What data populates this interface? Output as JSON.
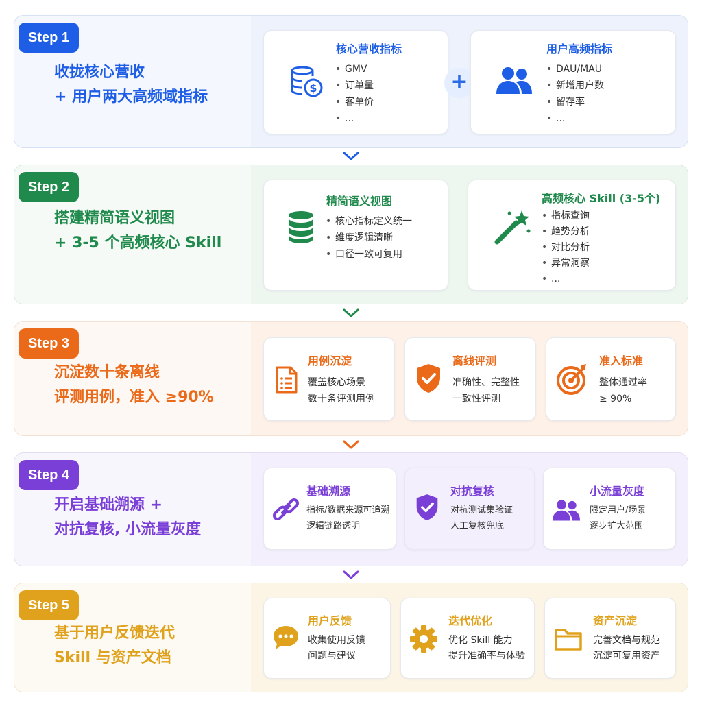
{
  "steps": [
    {
      "badge": "Step 1",
      "headline": [
        "收拢核心营收",
        "+ 用户两大高频域指标"
      ],
      "cards": [
        {
          "title": "核心营收指标",
          "items": [
            "GMV",
            "订单量",
            "客单价",
            "..."
          ]
        },
        {
          "title": "用户高频指标",
          "items": [
            "DAU/MAU",
            "新增用户数",
            "留存率",
            "..."
          ]
        }
      ],
      "plus": "+",
      "colors": {
        "accent": "#1e5ee6",
        "bg": "#f4f7fd",
        "panel": "#edf2fc",
        "border": "#d7e1f5"
      }
    },
    {
      "badge": "Step 2",
      "headline": [
        "搭建精简语义视图",
        "+ 3-5 个高频核心 Skill"
      ],
      "cards": [
        {
          "title": "精简语义视图",
          "items": [
            "核心指标定义统一",
            "维度逻辑清晰",
            "口径一致可复用"
          ]
        },
        {
          "title": "高频核心 Skill (3-5个)",
          "items": [
            "指标查询",
            "趋势分析",
            "对比分析",
            "异常洞察",
            "..."
          ]
        }
      ],
      "colors": {
        "accent": "#1f8a4c",
        "bg": "#f5faf6",
        "panel": "#edf7ef",
        "border": "#d6eadc"
      }
    },
    {
      "badge": "Step 3",
      "headline": [
        "沉淀数十条离线",
        "评测用例，准入 ≥90%"
      ],
      "cards": [
        {
          "title": "用例沉淀",
          "lines": [
            "覆盖核心场景",
            "数十条评测用例"
          ]
        },
        {
          "title": "离线评测",
          "lines": [
            "准确性、完整性",
            "一致性评测"
          ]
        },
        {
          "title": "准入标准",
          "lines": [
            "整体通过率",
            "≥ 90%"
          ]
        }
      ],
      "colors": {
        "accent": "#ea6a1a",
        "bg": "#fdf8f4",
        "panel": "#fdf1e8",
        "border": "#f3e1d3"
      }
    },
    {
      "badge": "Step 4",
      "headline": [
        "开启基础溯源 +",
        "对抗复核, 小流量灰度"
      ],
      "cards": [
        {
          "title": "基础溯源",
          "lines": [
            "指标/数据来源可追溯",
            "逻辑链路透明"
          ]
        },
        {
          "title": "对抗复核",
          "lines": [
            "对抗测试集验证",
            "人工复核兜底"
          ]
        },
        {
          "title": "小流量灰度",
          "lines": [
            "限定用户/场景",
            "逐步扩大范围"
          ]
        }
      ],
      "colors": {
        "accent": "#7a3fd6",
        "bg": "#f8f6fd",
        "panel": "#f3effc",
        "border": "#e3dcf3"
      }
    },
    {
      "badge": "Step 5",
      "headline": [
        "基于用户反馈迭代",
        "Skill 与资产文档"
      ],
      "cards": [
        {
          "title": "用户反馈",
          "lines": [
            "收集使用反馈",
            "问题与建议"
          ]
        },
        {
          "title": "迭代优化",
          "lines": [
            "优化 Skill 能力",
            "提升准确率与体验"
          ]
        },
        {
          "title": "资产沉淀",
          "lines": [
            "完善文档与规范",
            "沉淀可复用资产"
          ]
        }
      ],
      "colors": {
        "accent": "#e0a21c",
        "bg": "#fdfaf3",
        "panel": "#fcf5e6",
        "border": "#f1e6cc"
      }
    }
  ],
  "icons": [
    "coins-dollar-icon",
    "users-icon",
    "database-icon",
    "magic-wand-icon",
    "document-list-icon",
    "shield-check-icon",
    "target-icon",
    "link-icon",
    "shield-check-icon",
    "users-icon",
    "chat-bubble-icon",
    "gear-icon",
    "folder-icon"
  ]
}
